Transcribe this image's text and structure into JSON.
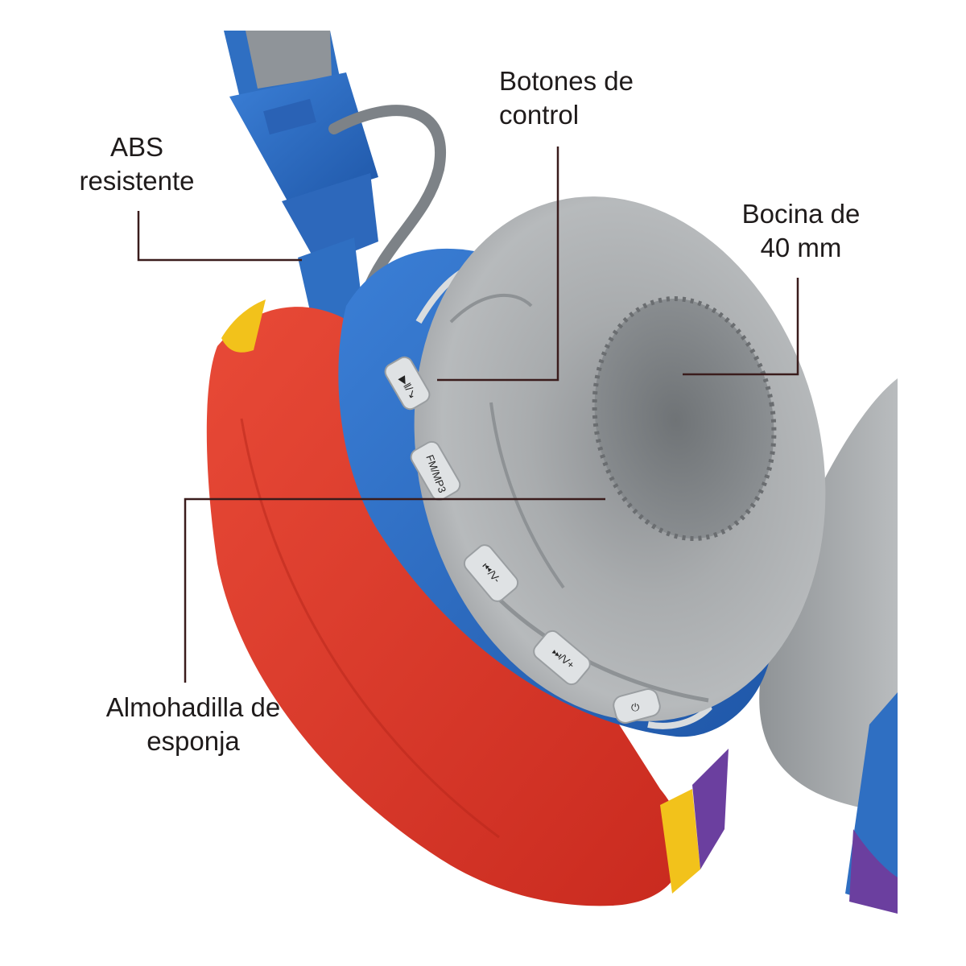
{
  "annotations": {
    "abs": {
      "line1": "ABS",
      "line2": "resistente"
    },
    "botones": {
      "line1": "Botones de",
      "line2": "control"
    },
    "bocina": {
      "line1": "Bocina de",
      "line2": "40 mm"
    },
    "almohadilla": {
      "line1": "Almohadilla de",
      "line2": "esponja"
    }
  },
  "product": {
    "buttons": [
      {
        "label": "▶‖/↘",
        "icon": "play-pause-call-icon"
      },
      {
        "label": "FM/MP3",
        "icon": "mode-switch-icon"
      },
      {
        "label": "⏮/V-",
        "icon": "prev-volume-down-icon"
      },
      {
        "label": "⏭/V+",
        "icon": "next-volume-up-icon"
      },
      {
        "label": "⏻",
        "icon": "power-icon"
      }
    ]
  },
  "colors": {
    "background": "#ffffff",
    "band_blue": "#2f6fc2",
    "band_gray": "#8f9499",
    "cushion_gray": "#a3a6a8",
    "cushion_shadow": "#7f8386",
    "foam_red": "#e03a2a",
    "accent_yellow": "#f2c21b",
    "accent_purple": "#6b3f9f",
    "line_dark": "#3a1c1c"
  }
}
